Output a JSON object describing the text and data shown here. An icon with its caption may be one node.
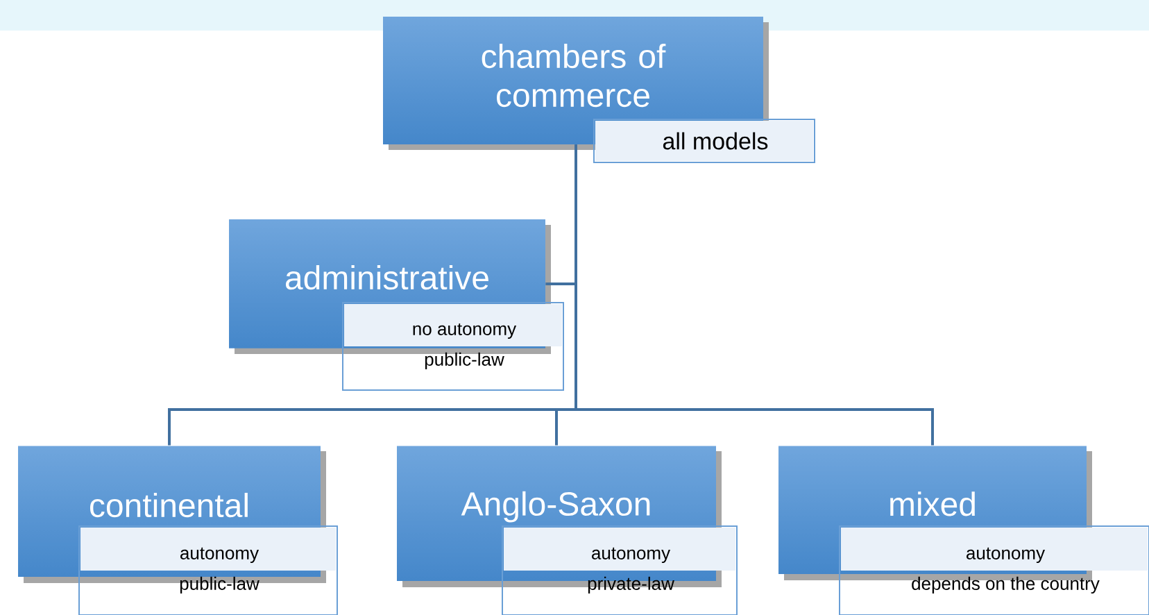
{
  "diagram": {
    "nodes": [
      {
        "text": [
          "chambers of commerce"
        ]
      },
      {
        "text": [
          "all models"
        ]
      },
      {
        "text": [
          "administrative"
        ]
      },
      {
        "text": [
          "no autonomy",
          "public-law"
        ]
      },
      {
        "text": [
          "continental"
        ]
      },
      {
        "text": [
          "autonomy",
          "public-law"
        ]
      },
      {
        "text": [
          "Anglo-Saxon"
        ]
      },
      {
        "text": [
          "autonomy",
          "private-law"
        ]
      },
      {
        "text": [
          "mixed"
        ]
      },
      {
        "text": [
          "autonomy",
          "depends on the country"
        ]
      }
    ],
    "edges": [
      {
        "from": 0,
        "to": 2,
        "arrow": "none"
      },
      {
        "from": 0,
        "to": 4,
        "arrow": "none"
      },
      {
        "from": 0,
        "to": 6,
        "arrow": "none"
      },
      {
        "from": 0,
        "to": 8,
        "arrow": "none"
      }
    ]
  }
}
